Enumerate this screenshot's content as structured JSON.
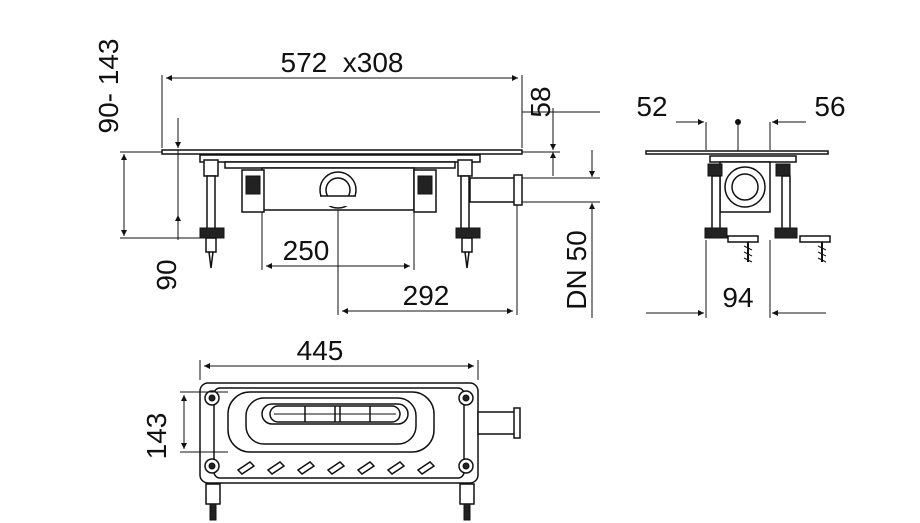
{
  "dimensions": {
    "top_size": "572  x308",
    "height_range": "90- 143",
    "frame_height": "90",
    "span_250": "250",
    "span_292": "292",
    "dn": "DN 50",
    "side_58": "58",
    "side_52": "52",
    "side_56": "56",
    "side_94": "94",
    "bottom_445": "445",
    "bottom_143": "143"
  }
}
